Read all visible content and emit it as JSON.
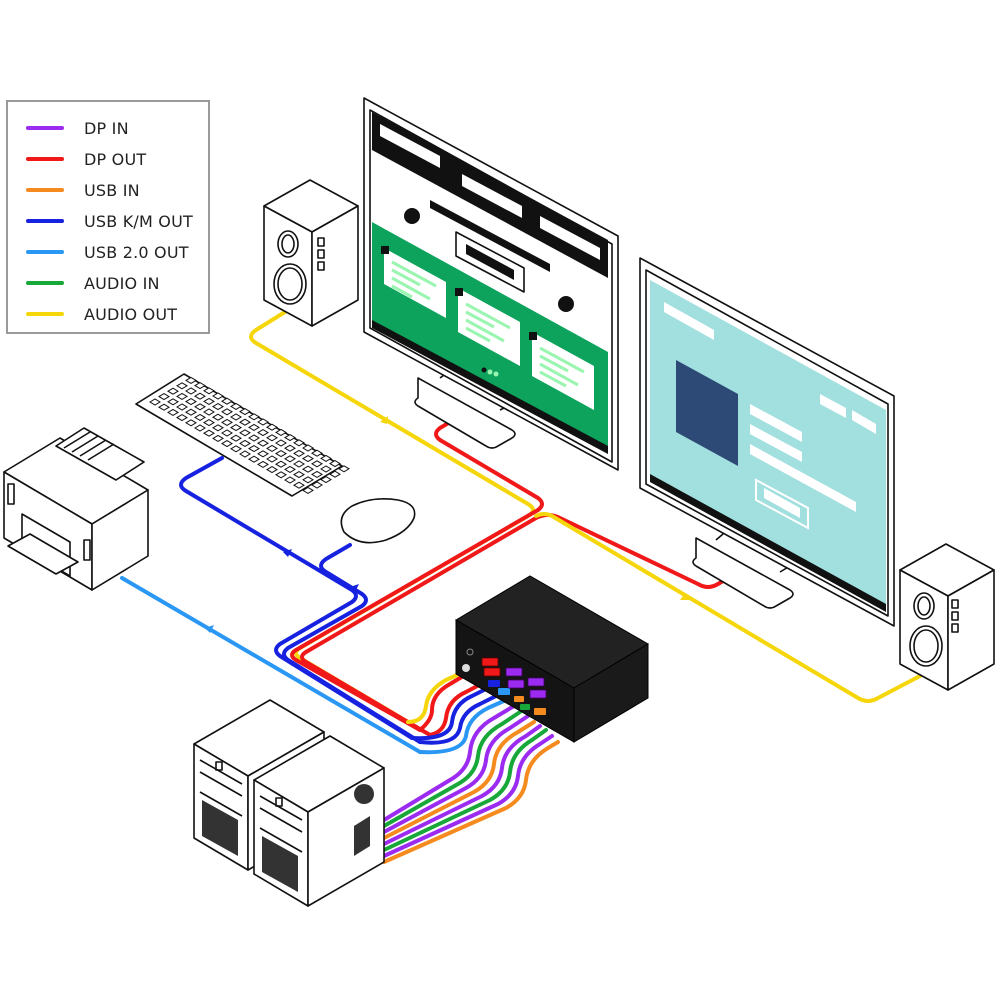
{
  "title": "KVM switch connection diagram",
  "legend": {
    "items": [
      {
        "label": "DP IN",
        "color": "#9b2bf0"
      },
      {
        "label": "DP OUT",
        "color": "#f01818"
      },
      {
        "label": "USB IN",
        "color": "#f58a1f"
      },
      {
        "label": "USB K/M OUT",
        "color": "#1622e0"
      },
      {
        "label": "USB 2.0 OUT",
        "color": "#2a97f5"
      },
      {
        "label": "AUDIO IN",
        "color": "#18a83a"
      },
      {
        "label": "AUDIO OUT",
        "color": "#f5d60a"
      }
    ]
  },
  "devices": {
    "monitor_left": {
      "name": "Monitor 1",
      "screen_color": "#0ea35c",
      "card_color": "#ffffff",
      "text_color": "#9af5b0"
    },
    "monitor_right": {
      "name": "Monitor 2",
      "screen_color": "#a2dfdf",
      "block_color": "#2d4a77"
    },
    "speaker_left": {
      "name": "Speaker (left)"
    },
    "speaker_right": {
      "name": "Speaker (right)"
    },
    "keyboard": {
      "name": "Keyboard"
    },
    "mouse": {
      "name": "Mouse"
    },
    "printer": {
      "name": "Printer"
    },
    "pc_1": {
      "name": "Computer 1"
    },
    "pc_2": {
      "name": "Computer 2"
    },
    "kvm_switch": {
      "name": "KVM Switch",
      "color": "#1a1a1a"
    }
  }
}
